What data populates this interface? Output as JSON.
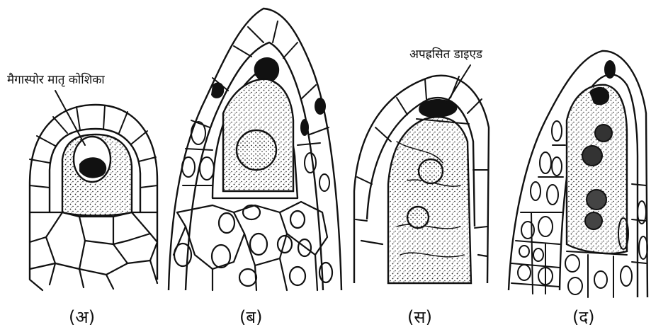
{
  "annotations": {
    "megaspore_mother_cell": "मैगास्पोर मातृ कोशिका",
    "degenerated_dyad": "अपह्रसित डाइएड"
  },
  "panels": [
    {
      "label": "(अ)"
    },
    {
      "label": "(ब)"
    },
    {
      "label": "(स)"
    },
    {
      "label": "(द)"
    }
  ]
}
